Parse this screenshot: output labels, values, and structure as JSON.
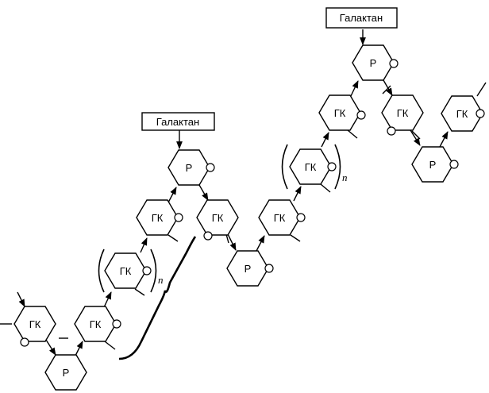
{
  "labels": {
    "galactan": "Галактан",
    "gk": "ГК",
    "p": "Р",
    "n": "n"
  },
  "colors": {
    "ink": "#000000",
    "background": "#ffffff"
  }
}
